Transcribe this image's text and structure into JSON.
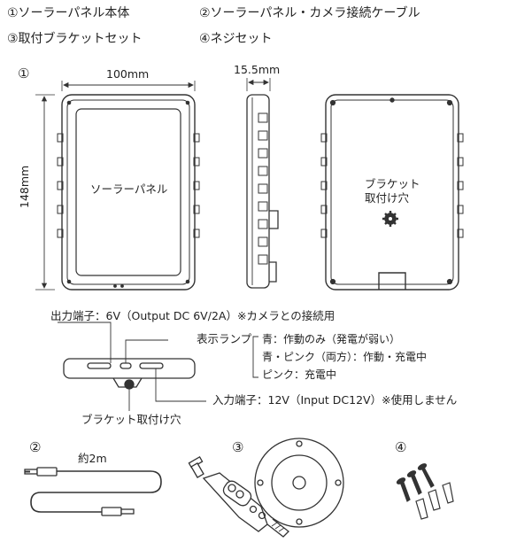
{
  "header": {
    "item1": "①ソーラーパネル本体",
    "item2": "②ソーラーパネル・カメラ接続ケーブル",
    "item3": "③取付ブラケットセット",
    "item4": "④ネジセット"
  },
  "section1": {
    "number": "①",
    "width_label": "100mm",
    "height_label": "148mm",
    "depth_label": "15.5mm",
    "panel_label": "ソーラーパネル",
    "bracket_hole_line1": "ブラケット",
    "bracket_hole_line2": "取付け穴"
  },
  "bottom_view": {
    "output_label": "出力端子：6V（Output DC 6V/2A）※カメラとの接続用",
    "lamp_label": "表示ランプ",
    "lamp_desc1": "青：作動のみ（発電が弱い）",
    "lamp_desc2": "青・ピンク（両方）：作動・充電中",
    "lamp_desc3": "ピンク：充電中",
    "input_label": "入力端子：12V（Input DC12V）※使用しません",
    "bracket_hole_label": "ブラケット取付け穴"
  },
  "section2": {
    "number": "②",
    "length_label": "約2m"
  },
  "section3": {
    "number": "③"
  },
  "section4": {
    "number": "④"
  }
}
